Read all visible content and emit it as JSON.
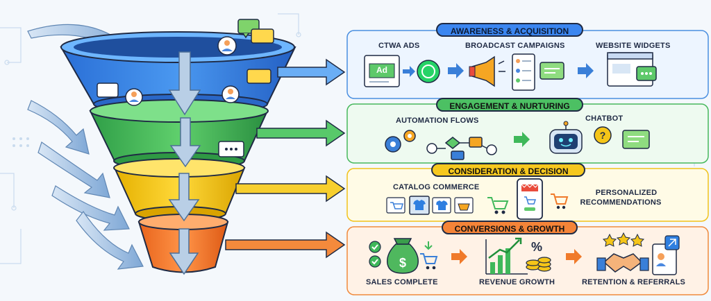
{
  "stages": [
    {
      "title": "AWARENESS & ACQUISITION",
      "labels": [
        "CTWA ADS",
        "BROADCAST CAMPAIGNS",
        "WEBSITE WIDGETS"
      ],
      "ad_badge": "Ad",
      "color": "#2f7fe0"
    },
    {
      "title": "ENGAGEMENT & NURTURING",
      "labels": [
        "AUTOMATION FLOWS",
        "CHATBOT"
      ],
      "color": "#3fb85a"
    },
    {
      "title": "CONSIDERATION & DECISION",
      "labels": [
        "CATALOG COMMERCE",
        "PERSONALIZED",
        "RECOMMENDATIONS"
      ],
      "color": "#f5c518"
    },
    {
      "title": "CONVERSIONS & GROWTH",
      "labels": [
        "SALES COMPLETE",
        "REVENUE GROWTH",
        "RETENTION & REFERRALS"
      ],
      "color": "#f07a2a"
    }
  ],
  "icons": {
    "message": "chat-bubble-icon",
    "whatsapp": "whatsapp-icon",
    "megaphone": "megaphone-icon",
    "robot": "robot-icon",
    "cart": "shopping-cart-icon",
    "money": "money-bag-icon",
    "handshake": "handshake-icon"
  }
}
